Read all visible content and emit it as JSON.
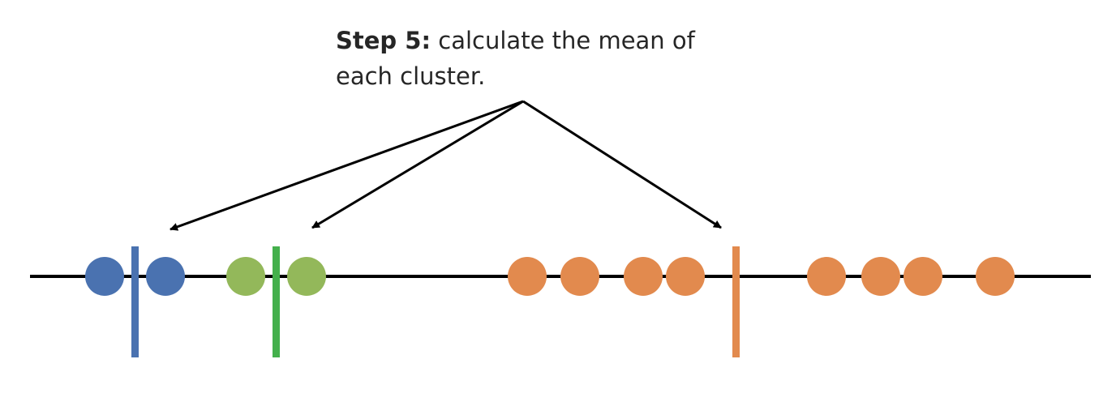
{
  "caption": {
    "step_label": "Step 5:",
    "text_line1": " calculate the mean of",
    "text_line2": "each cluster."
  },
  "colors": {
    "blue": "#4a72b0",
    "green": "#93b85a",
    "green_mean_line": "#44b04c",
    "orange": "#e28a4e",
    "axis": "#000000",
    "arrow": "#000000"
  },
  "clusters": [
    {
      "name": "blue",
      "point_count": 2
    },
    {
      "name": "green",
      "point_count": 2
    },
    {
      "name": "orange",
      "point_count": 8
    }
  ]
}
